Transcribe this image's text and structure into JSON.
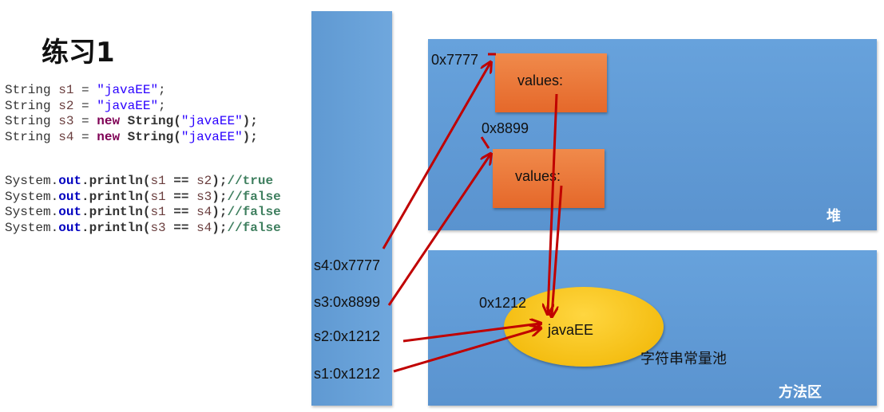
{
  "title": "练习1",
  "code_lines": [
    [
      {
        "t": "String "
      },
      {
        "t": "s1",
        "c": "var"
      },
      {
        "t": " = "
      },
      {
        "t": "\"javaEE\"",
        "c": "str"
      },
      {
        "t": ";"
      }
    ],
    [
      {
        "t": "String "
      },
      {
        "t": "s2",
        "c": "var"
      },
      {
        "t": " = "
      },
      {
        "t": "\"javaEE\"",
        "c": "str"
      },
      {
        "t": ";"
      }
    ],
    [
      {
        "t": "String "
      },
      {
        "t": "s3",
        "c": "var"
      },
      {
        "t": " = "
      },
      {
        "t": "new",
        "c": "kw"
      },
      {
        "t": " String(",
        "c": "b"
      },
      {
        "t": "\"javaEE\"",
        "c": "str"
      },
      {
        "t": ");",
        "c": "b"
      }
    ],
    [
      {
        "t": "String "
      },
      {
        "t": "s4",
        "c": "var"
      },
      {
        "t": " = "
      },
      {
        "t": "new",
        "c": "kw"
      },
      {
        "t": " String(",
        "c": "b"
      },
      {
        "t": "\"javaEE\"",
        "c": "str"
      },
      {
        "t": ");",
        "c": "b"
      }
    ]
  ],
  "print_lines": [
    [
      {
        "t": "System."
      },
      {
        "t": "out",
        "c": "fld"
      },
      {
        "t": ".println(",
        "c": "b"
      },
      {
        "t": "s1",
        "c": "var"
      },
      {
        "t": " == ",
        "c": "b"
      },
      {
        "t": "s2",
        "c": "var"
      },
      {
        "t": ");",
        "c": "b"
      },
      {
        "t": "//true",
        "c": "cmt"
      }
    ],
    [
      {
        "t": "System."
      },
      {
        "t": "out",
        "c": "fld"
      },
      {
        "t": ".println(",
        "c": "b"
      },
      {
        "t": "s1",
        "c": "var"
      },
      {
        "t": " == ",
        "c": "b"
      },
      {
        "t": "s3",
        "c": "var"
      },
      {
        "t": ");",
        "c": "b"
      },
      {
        "t": "//false",
        "c": "cmt"
      }
    ],
    [
      {
        "t": "System."
      },
      {
        "t": "out",
        "c": "fld"
      },
      {
        "t": ".println(",
        "c": "b"
      },
      {
        "t": "s1",
        "c": "var"
      },
      {
        "t": " == ",
        "c": "b"
      },
      {
        "t": "s4",
        "c": "var"
      },
      {
        "t": ");",
        "c": "b"
      },
      {
        "t": "//false",
        "c": "cmt"
      }
    ],
    [
      {
        "t": "System."
      },
      {
        "t": "out",
        "c": "fld"
      },
      {
        "t": ".println(",
        "c": "b"
      },
      {
        "t": "s3",
        "c": "var"
      },
      {
        "t": " == ",
        "c": "b"
      },
      {
        "t": "s4",
        "c": "var"
      },
      {
        "t": ");",
        "c": "b"
      },
      {
        "t": "//false",
        "c": "cmt"
      }
    ]
  ],
  "stack": {
    "s4": "s4:0x7777",
    "s3": "s3:0x8899",
    "s2": "s2:0x1212",
    "s1": "s1:0x1212"
  },
  "heap": {
    "label": "堆",
    "obj1": {
      "addr": "0x7777",
      "field": "values:"
    },
    "obj2": {
      "addr": "0x8899",
      "field": "values:"
    }
  },
  "method_area": {
    "label": "方法区",
    "pool_label": "字符串常量池",
    "pool_addr": "0x1212",
    "pool_value": "javaEE"
  },
  "colors": {
    "arrow": "#c00000",
    "region": "#5b9bd5",
    "object": "#ed7d31",
    "pool": "#ffc000"
  }
}
